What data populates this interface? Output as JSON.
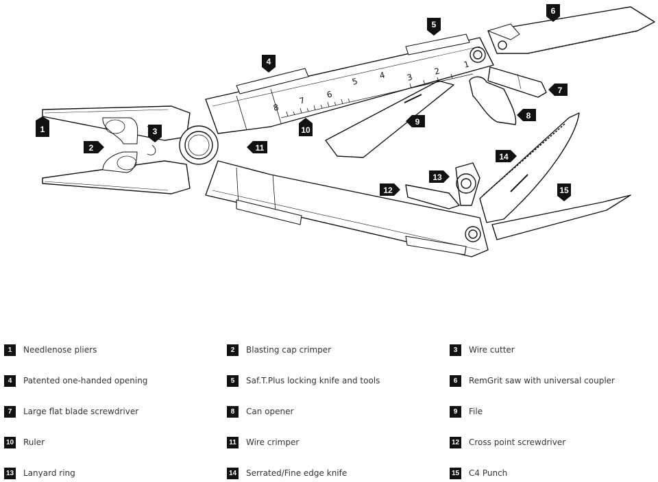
{
  "ruler_numbers": [
    "8",
    "7",
    "6",
    "5",
    "4",
    "3",
    "2",
    "1"
  ],
  "callouts": [
    "1",
    "2",
    "3",
    "4",
    "5",
    "6",
    "7",
    "8",
    "9",
    "10",
    "11",
    "12",
    "13",
    "14",
    "15"
  ],
  "legend": [
    {
      "num": "1",
      "label": "Needlenose pliers"
    },
    {
      "num": "2",
      "label": "Blasting cap crimper"
    },
    {
      "num": "3",
      "label": "Wire cutter"
    },
    {
      "num": "4",
      "label": "Patented one-handed opening"
    },
    {
      "num": "5",
      "label": "Saf.T.Plus locking knife and tools"
    },
    {
      "num": "6",
      "label": "RemGrit saw with universal coupler"
    },
    {
      "num": "7",
      "label": "Large flat blade screwdriver"
    },
    {
      "num": "8",
      "label": "Can opener"
    },
    {
      "num": "9",
      "label": "File"
    },
    {
      "num": "10",
      "label": "Ruler"
    },
    {
      "num": "11",
      "label": "Wire crimper"
    },
    {
      "num": "12",
      "label": "Cross point screwdriver"
    },
    {
      "num": "13",
      "label": "Lanyard ring"
    },
    {
      "num": "14",
      "label": "Serrated/Fine edge knife"
    },
    {
      "num": "15",
      "label": "C4 Punch"
    }
  ]
}
